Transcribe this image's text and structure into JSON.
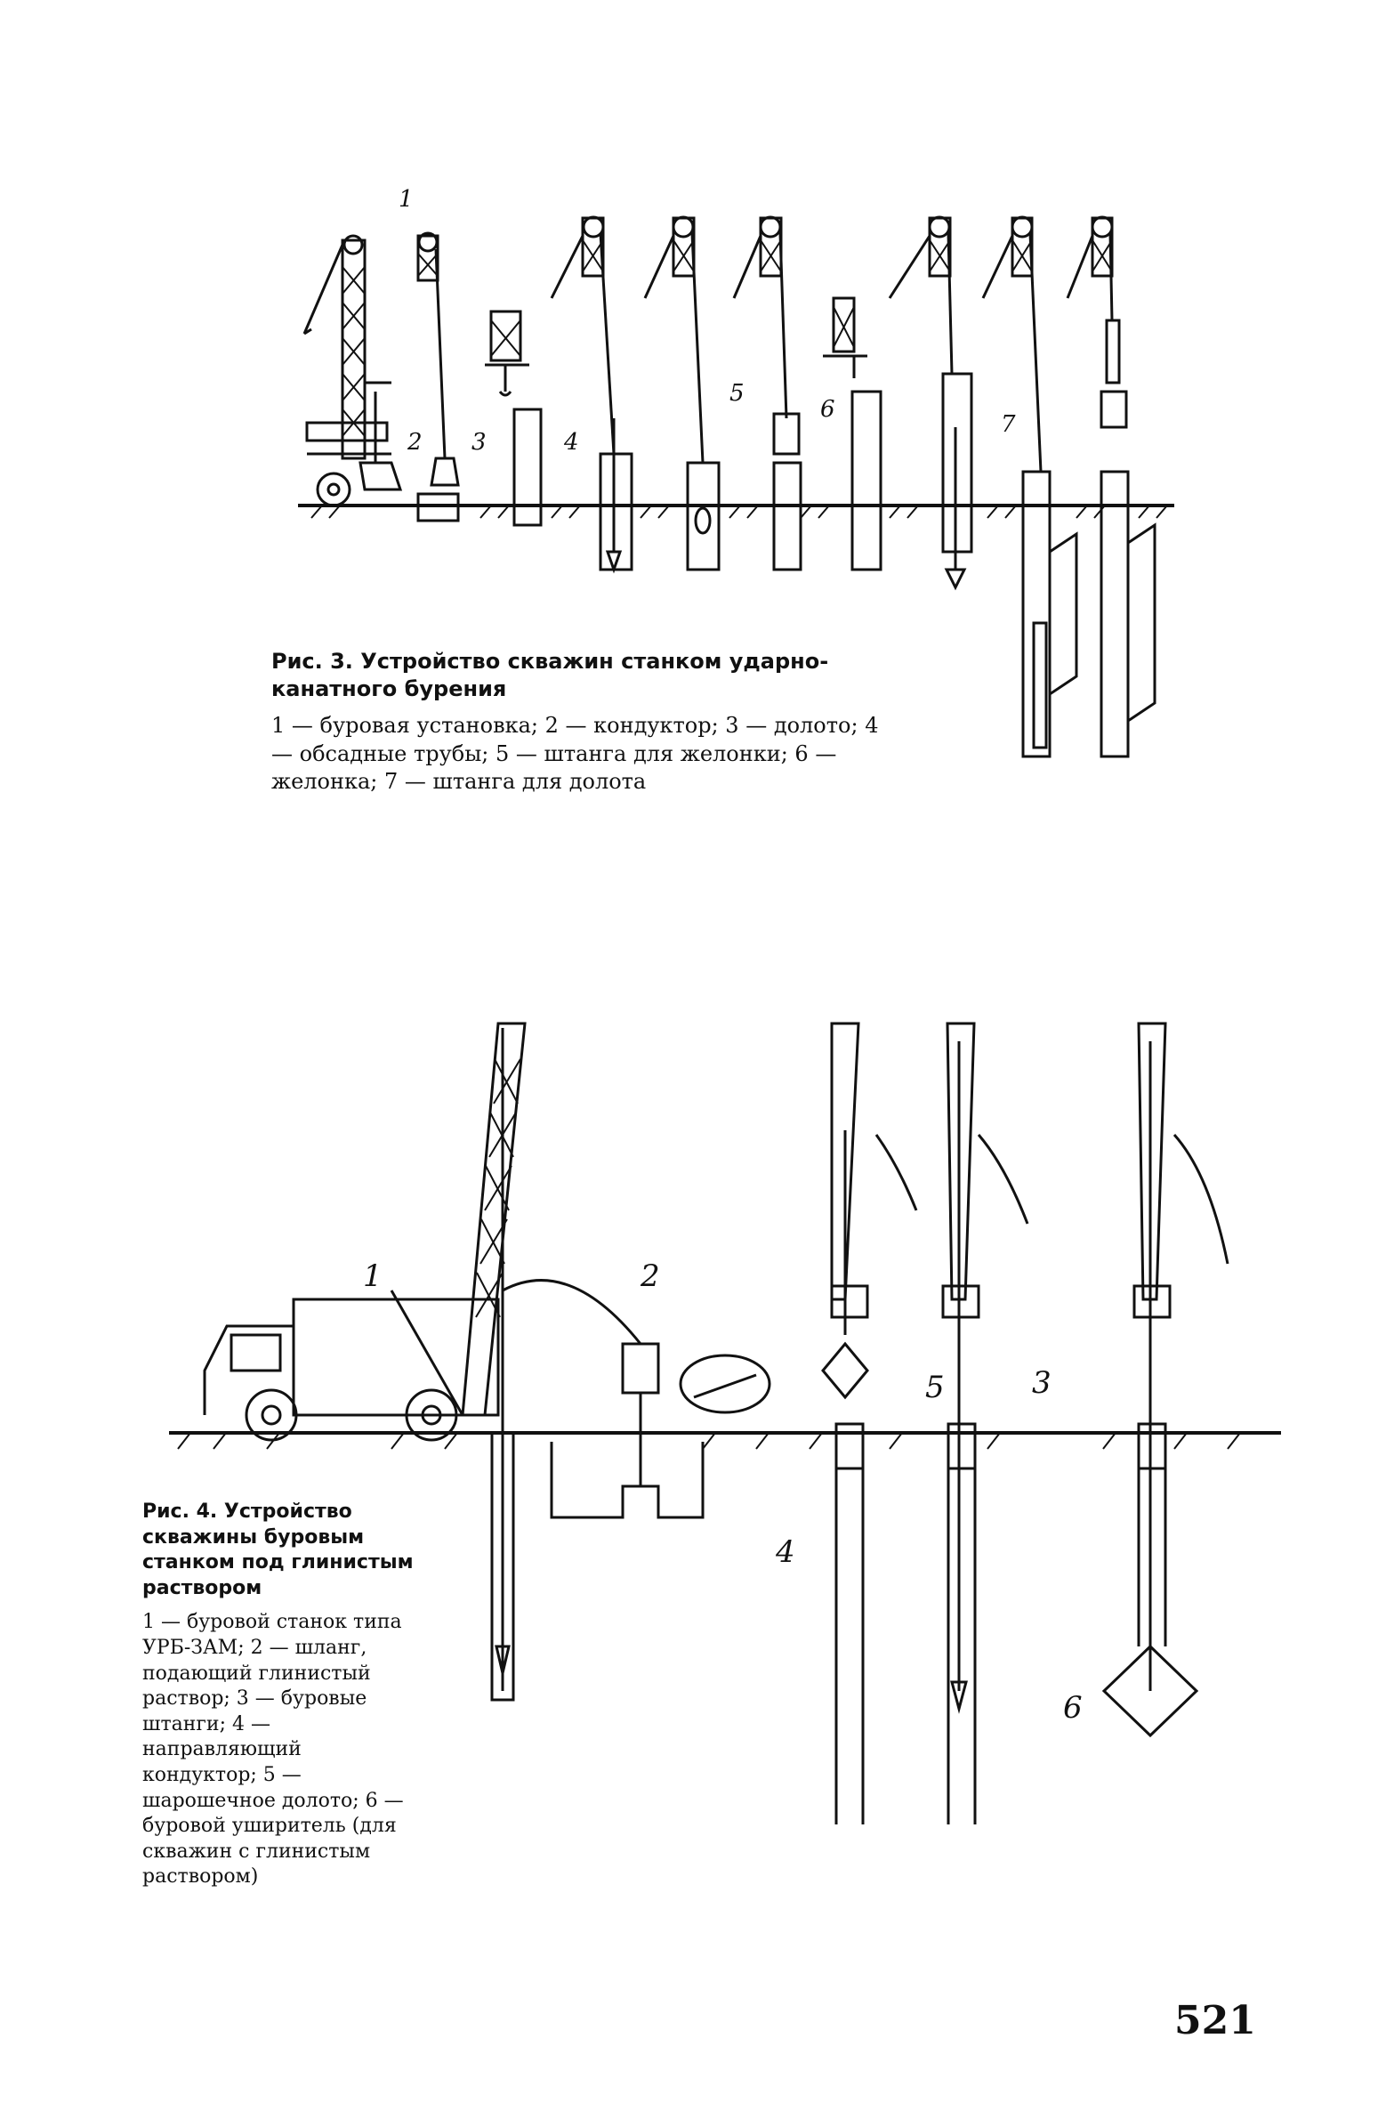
{
  "figure3": {
    "caption_title": "Рис. 3. Устройство скважин станком ударно-канатного бурения",
    "legend": "1 — буровая установка; 2 — кондуктор; 3 — долото; 4 — обсадные трубы; 5 — штанга для желонки; 6 — желонка; 7 — штанга для долота",
    "labels": [
      "1",
      "2",
      "3",
      "4",
      "5",
      "6",
      "7"
    ]
  },
  "figure4": {
    "caption_title": "Рис. 4. Устройство скважины буровым станком под глинистым раствором",
    "legend": "1 — буровой станок типа УРБ-ЗАМ; 2 — шланг, подающий глинистый раствор; 3 — буровые штанги; 4 — направляющий кондуктор; 5 — шарошечное долото; 6 — буровой уширитель (для скважин с глинистым раствором)",
    "labels": [
      "1",
      "2",
      "3",
      "4",
      "5",
      "6"
    ]
  },
  "page_number": "521"
}
